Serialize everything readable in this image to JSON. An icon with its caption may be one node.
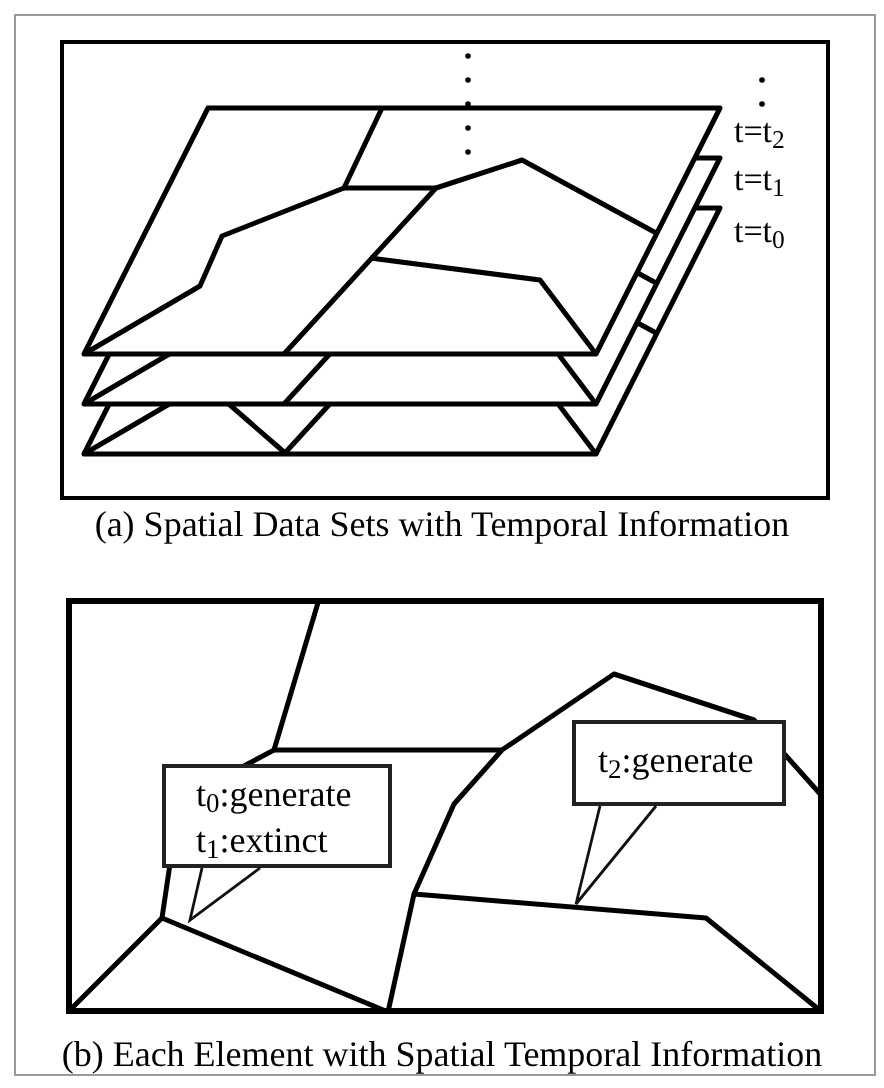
{
  "diagram": {
    "nodes": [
      {
        "text": [],
        "shape": "box",
        "beside": [
          "(a) Spatial Data Sets with Temporal Information"
        ]
      },
      {
        "text": [],
        "shape": "box",
        "beside": [
          "(b) Each Element with Spatial Temporal Information"
        ]
      },
      {
        "text": [
          "t$_{0}$:generate",
          "t$_{1}$:extinct"
        ],
        "in": 1
      },
      {
        "text": [
          "t$_{2}$:generate"
        ],
        "in": 1
      }
    ],
    "edges": [
      {
        "from": 2,
        "to": null,
        "arrow": "to"
      },
      {
        "from": 3,
        "to": null,
        "arrow": "to"
      }
    ],
    "labels": [
      "t=t$_{2}$",
      "t=t$_{1}$",
      "t=t$_{0}$"
    ]
  }
}
